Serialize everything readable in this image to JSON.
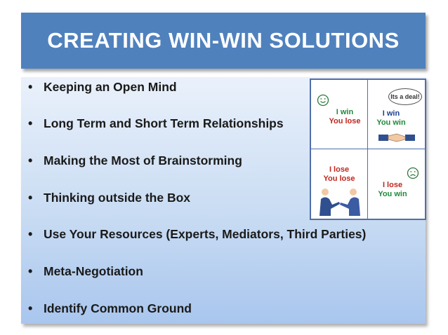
{
  "slide": {
    "title": "CREATING WIN-WIN SOLUTIONS",
    "bullets": [
      "Keeping an Open Mind",
      "Long Term and Short Term Relationships",
      "Making the Most of Brainstorming",
      "Thinking outside the Box",
      "Use Your Resources (Experts, Mediators, Third Parties)",
      "Meta-Negotiation",
      "Identify Common Ground"
    ]
  },
  "matrix": {
    "top_left": {
      "line1": "I win",
      "line2": "You lose"
    },
    "top_right": {
      "line1": "I win",
      "line2": "You win",
      "speech": "Its a deal!"
    },
    "bottom_left": {
      "line1": "I lose",
      "line2": "You lose"
    },
    "bottom_right": {
      "line1": "I lose",
      "line2": "You win"
    }
  },
  "colors": {
    "title_bg": "#4f81bd",
    "lose": "#c0261e",
    "win": "#1f8a3a"
  },
  "icons": [
    "smile-icon",
    "frown-icon",
    "handshake-icon",
    "people-arguing-icon",
    "speech-bubble-icon"
  ]
}
